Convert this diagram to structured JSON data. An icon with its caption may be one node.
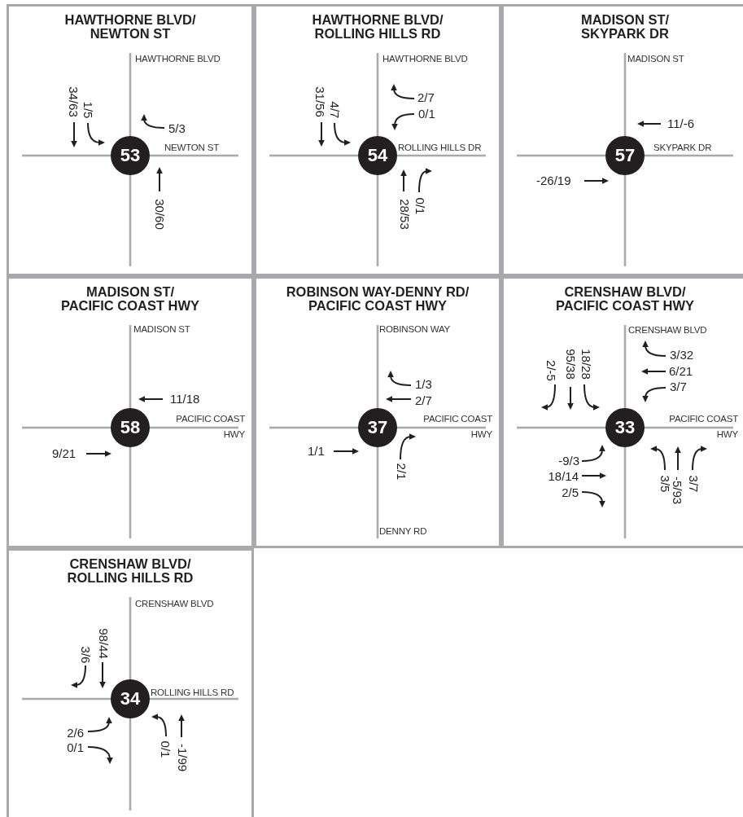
{
  "diagram": {
    "nodes": [
      {
        "text": [
          "HAWTHORNE BLVD/ NEWTON ST"
        ]
      },
      {
        "text": [
          "53"
        ],
        "in": 0
      },
      {
        "text": [
          "HAWTHORNE BLVD/ ROLLING HILLS RD"
        ]
      },
      {
        "text": [
          "54"
        ],
        "in": 2
      },
      {
        "text": [
          "MADISON ST/ SKYPARK DR"
        ]
      },
      {
        "text": [
          "57"
        ],
        "in": 4
      },
      {
        "text": [
          "MADISON ST/ PACIFIC COAST HWY"
        ]
      },
      {
        "text": [
          "58"
        ],
        "in": 6
      },
      {
        "text": [
          "ROBINSON WAY-DENNY RD/ PACIFIC COAST HWY"
        ]
      },
      {
        "text": [
          "37"
        ],
        "in": 8
      },
      {
        "text": [
          "CRENSHAW BLVD/ PACIFIC COAST HWY"
        ]
      },
      {
        "text": [
          "33"
        ],
        "in": 10
      },
      {
        "text": [
          "CRENSHAW BLVD/ ROLLING HILLS RD"
        ]
      },
      {
        "text": [
          "34"
        ],
        "in": 12
      }
    ],
    "labels": [
      "HAWTHORNE BLVD",
      "34/63",
      "1/5",
      "5/3",
      "NEWTON ST",
      "30/60",
      "HAWTHORNE BLVD",
      "31/56",
      "4/7",
      "2/7",
      "0/1",
      "ROLLING HILLS DR",
      "28/53",
      "0/1",
      "MADISON ST",
      "11/-6",
      "SKYPARK DR",
      "-26/19",
      "MADISON ST",
      "11/18",
      "PACIFIC COAST HWY",
      "9/21",
      "ROBINSON WAY",
      "1/3",
      "2/7",
      "PACIFIC COAST HWY",
      "1/1",
      "2/1",
      "DENNY RD",
      "CRENSHAW BLVD",
      "2/-5",
      "95/38",
      "18/28",
      "3/32",
      "6/21",
      "3/7",
      "PACIFIC COAST HWY",
      "-9/3",
      "18/14",
      "2/5",
      "3/5",
      "-5/93",
      "3/7",
      "CRENSHAW BLVD",
      "3/6",
      "98/44",
      "ROLLING HILLS RD",
      "2/6",
      "0/1",
      "0/1",
      "-1/99"
    ]
  }
}
